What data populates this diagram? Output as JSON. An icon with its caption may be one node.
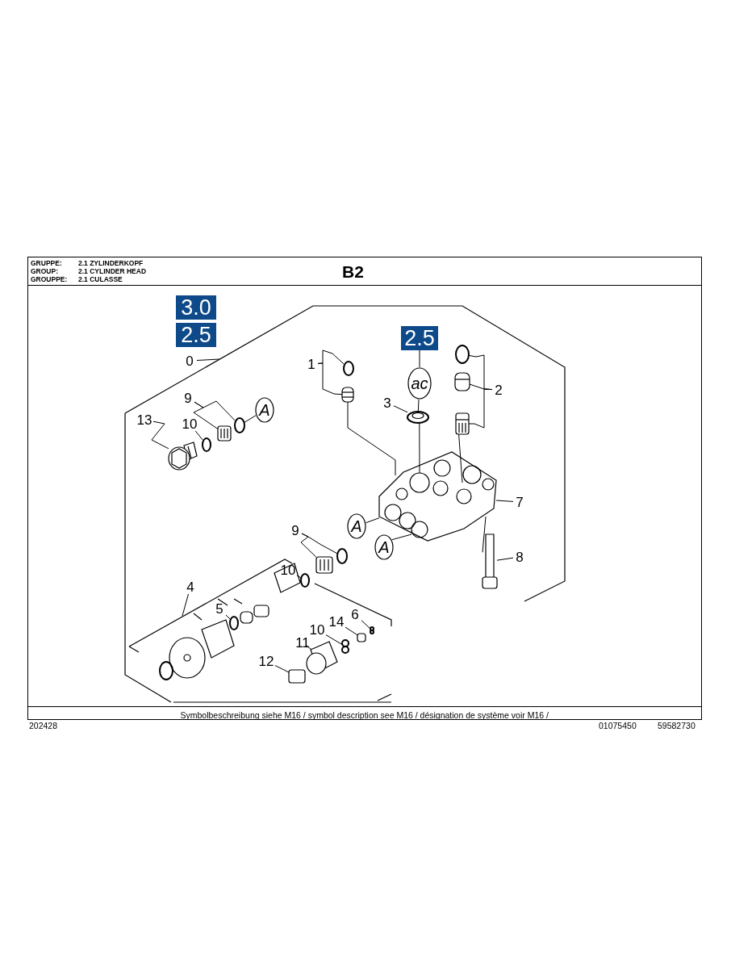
{
  "diagram": {
    "nodes": [
      {
        "text": [
          "3.0"
        ]
      },
      {
        "text": [
          "2.5"
        ]
      },
      {
        "text": [
          "0"
        ]
      },
      {
        "text": [
          "2.5"
        ]
      },
      {
        "text": [
          "ac"
        ]
      },
      {
        "text": [
          "1"
        ]
      },
      {
        "text": [
          "2"
        ]
      },
      {
        "text": [
          "3"
        ]
      },
      {
        "text": [
          "9"
        ]
      },
      {
        "text": [
          "A"
        ]
      },
      {
        "text": [
          "13"
        ]
      },
      {
        "text": [
          "10"
        ]
      },
      {
        "text": [
          "7"
        ]
      },
      {
        "text": [
          "9"
        ]
      },
      {
        "text": [
          "A"
        ]
      },
      {
        "text": [
          "A"
        ]
      },
      {
        "text": [
          "8"
        ]
      },
      {
        "text": [
          "4"
        ]
      },
      {
        "text": [
          "10"
        ]
      },
      {
        "text": [
          "5"
        ]
      },
      {
        "text": [
          "6"
        ]
      },
      {
        "text": [
          "14"
        ]
      },
      {
        "text": [
          "10"
        ]
      },
      {
        "text": [
          "11"
        ]
      },
      {
        "text": [
          "12"
        ]
      },
      {
        "text": [],
        "shape": "circle"
      },
      {
        "text": [],
        "shape": "picture"
      },
      {
        "text": [],
        "shape": "circle"
      },
      {
        "text": [],
        "shape": "picture"
      },
      {
        "text": [],
        "shape": "picture"
      },
      {
        "text": [],
        "shape": "picture"
      },
      {
        "text": [],
        "shape": "circle"
      },
      {
        "text": [],
        "shape": "picture"
      },
      {
        "text": [],
        "shape": "picture"
      },
      {
        "text": [],
        "shape": "circle"
      },
      {
        "text": [],
        "shape": "picture"
      },
      {
        "text": [],
        "shape": "circle"
      },
      {
        "text": [],
        "shape": "picture"
      },
      {
        "text": [],
        "shape": "picture"
      },
      {
        "text": [],
        "shape": "circle"
      },
      {
        "text": [],
        "shape": "circle"
      },
      {
        "text": [],
        "shape": "circle"
      },
      {
        "text": [],
        "shape": "box"
      },
      {
        "text": [],
        "shape": "circle"
      },
      {
        "text": [],
        "shape": "picture"
      },
      {
        "text": [],
        "shape": "box"
      }
    ],
    "edges": [
      {
        "from": 2,
        "to": null,
        "arrow": "none"
      },
      {
        "from": 3,
        "to": 4,
        "arrow": "none"
      },
      {
        "from": 4,
        "to": 30,
        "arrow": "none"
      },
      {
        "from": 5,
        "to": 25,
        "arrow": "none"
      },
      {
        "from": 5,
        "to": 26,
        "arrow": "none"
      },
      {
        "from": 6,
        "to": 27,
        "arrow": "none"
      },
      {
        "from": 6,
        "to": 28,
        "arrow": "none"
      },
      {
        "from": 6,
        "to": 29,
        "arrow": "none"
      },
      {
        "from": 7,
        "to": 30,
        "arrow": "none"
      },
      {
        "from": 8,
        "to": 31,
        "arrow": "none"
      },
      {
        "from": 8,
        "to": 32,
        "arrow": "none"
      },
      {
        "from": 9,
        "to": 31,
        "arrow": "none"
      },
      {
        "from": 10,
        "to": 33,
        "arrow": "none"
      },
      {
        "from": 11,
        "to": 34,
        "arrow": "none"
      },
      {
        "from": 12,
        "to": 35,
        "arrow": "none"
      },
      {
        "from": 13,
        "to": 36,
        "arrow": "none"
      },
      {
        "from": 13,
        "to": 37,
        "arrow": "none"
      },
      {
        "from": 14,
        "to": 35,
        "arrow": "none"
      },
      {
        "from": 15,
        "to": 35,
        "arrow": "none"
      },
      {
        "from": 16,
        "to": 38,
        "arrow": "none"
      },
      {
        "from": 17,
        "to": null,
        "arrow": "none"
      },
      {
        "from": 18,
        "to": 39,
        "arrow": "none"
      },
      {
        "from": 19,
        "to": 40,
        "arrow": "none"
      },
      {
        "from": 20,
        "to": 41,
        "arrow": "none"
      },
      {
        "from": 21,
        "to": 42,
        "arrow": "none"
      },
      {
        "from": 22,
        "to": 43,
        "arrow": "none"
      },
      {
        "from": 23,
        "to": 44,
        "arrow": "none"
      },
      {
        "from": 24,
        "to": 45,
        "arrow": "none"
      },
      {
        "from": 26,
        "to": 35,
        "arrow": "none"
      },
      {
        "from": 30,
        "to": 35,
        "arrow": "none"
      },
      {
        "from": 29,
        "to": 35,
        "arrow": "none"
      },
      {
        "from": 38,
        "to": 35,
        "arrow": "none"
      }
    ],
    "labels": [
      "GRUPPE:",
      "2.1 ZYLINDERKOPF",
      "GROUP:",
      "2.1 CYLINDER HEAD",
      "GROUPPE:",
      "2.1 CULASSE",
      "B2",
      "Symbolbeschreibung siehe M16 / symbol description see M16 / désignation de système voir M16 /",
      "202428",
      "01075450",
      "59582730"
    ]
  }
}
